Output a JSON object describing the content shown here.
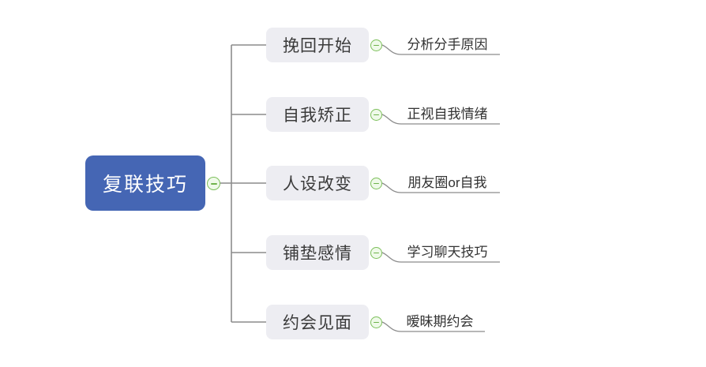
{
  "root": {
    "label": "复联技巧"
  },
  "branches": [
    {
      "label": "挽回开始",
      "child": "分析分手原因"
    },
    {
      "label": "自我矫正",
      "child": "正视自我情绪"
    },
    {
      "label": "人设改变",
      "child": "朋友圈or自我"
    },
    {
      "label": "铺垫感情",
      "child": "学习聊天技巧"
    },
    {
      "label": "约会见面",
      "child": "暧昧期约会"
    }
  ],
  "toggles": {
    "state": "collapse-minus"
  },
  "colors": {
    "root_bg": "#4566b4",
    "root_text": "#ffffff",
    "branch_bg": "#ededf2",
    "branch_text": "#3b3b3b",
    "child_text": "#333333",
    "line": "#8c8c8c",
    "toggle_border": "#7cbf5a",
    "toggle_bg": "#effae9",
    "toggle_minus": "#6fb34c"
  }
}
